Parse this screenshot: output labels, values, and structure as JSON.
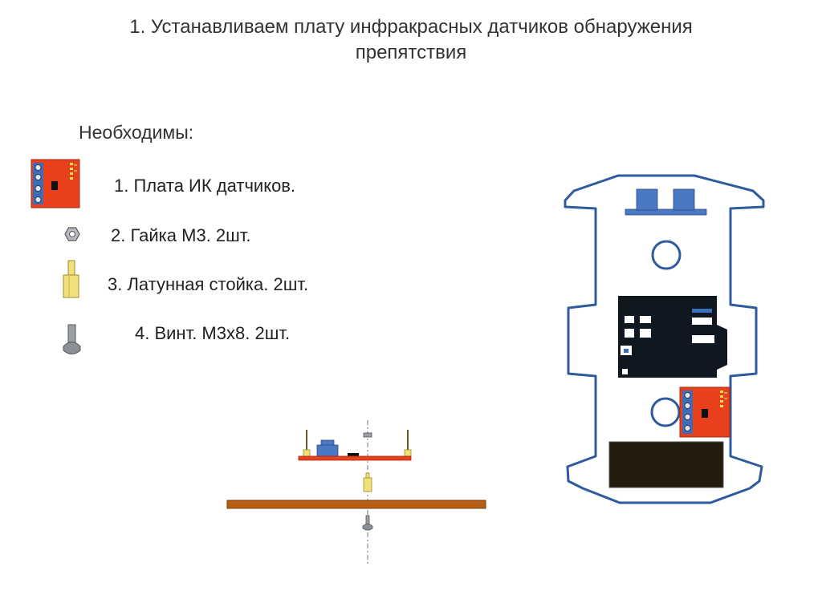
{
  "title": {
    "line1": "1. Устанавливаем плату инфракрасных датчиков обнаружения",
    "line2": "препятствия"
  },
  "needed_label": "Необходимы:",
  "items": [
    {
      "label": "1. Плата ИК датчиков.",
      "icon": "ir-sensor-board-icon"
    },
    {
      "label": "2. Гайка М3. 2шт.",
      "icon": "hex-nut-icon"
    },
    {
      "label": "3. Латунная стойка. 2шт.",
      "icon": "brass-standoff-icon"
    },
    {
      "label": "4. Винт. М3х8. 2шт.",
      "icon": "screw-icon"
    }
  ],
  "colors": {
    "board_red": "#e8401c",
    "chassis_outline": "#2e5b9e",
    "base_plate": "#b85e14",
    "brass": "#f2e07a",
    "dark_module": "#0f1720",
    "blue_part": "#4a78c2"
  }
}
